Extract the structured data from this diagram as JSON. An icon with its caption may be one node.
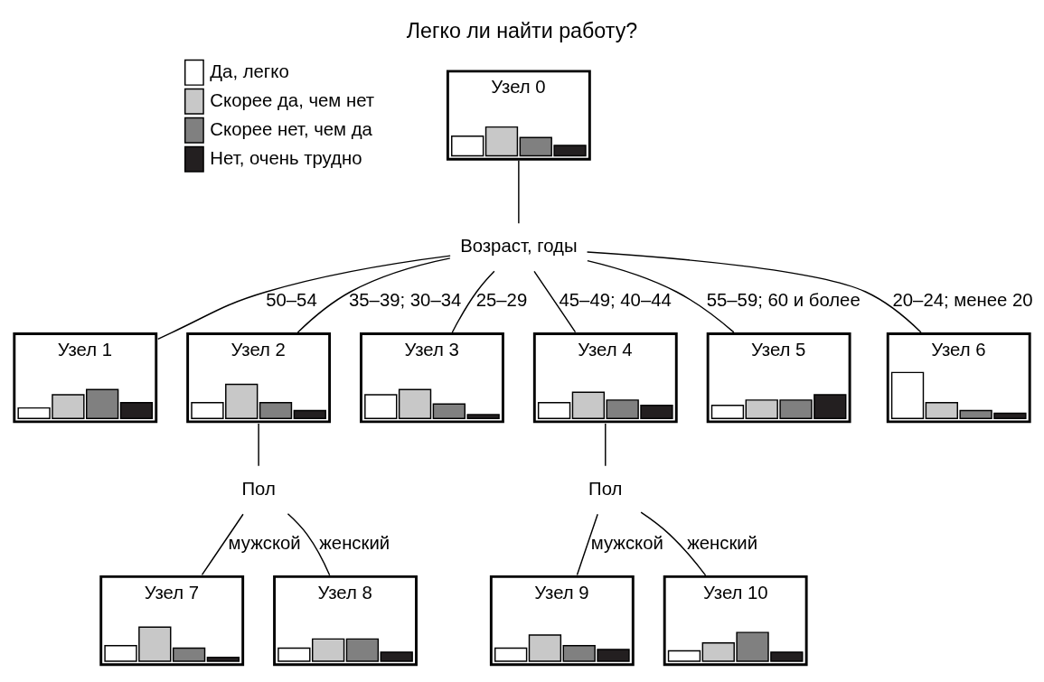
{
  "diagram": {
    "title": "Легко ли найти работу?",
    "nodes": [
      {
        "text": [
          "Узел 0"
        ]
      },
      {
        "text": [
          "Возраст, годы"
        ]
      },
      {
        "text": [
          "Узел 1"
        ]
      },
      {
        "text": [
          "Узел 2"
        ]
      },
      {
        "text": [
          "Узел 3"
        ]
      },
      {
        "text": [
          "Узел 4"
        ]
      },
      {
        "text": [
          "Узел 5"
        ]
      },
      {
        "text": [
          "Узел 6"
        ]
      },
      {
        "text": [
          "Пол"
        ]
      },
      {
        "text": [
          "Узел 7"
        ]
      },
      {
        "text": [
          "Узел 8"
        ]
      },
      {
        "text": [
          "Пол"
        ]
      },
      {
        "text": [
          "Узел 9"
        ]
      },
      {
        "text": [
          "Узел 10"
        ]
      }
    ],
    "edges": [
      {
        "from": 0,
        "to": 1,
        "arrow": "none"
      },
      {
        "from": 1,
        "to": 2,
        "arrow": "none",
        "label": "50–54"
      },
      {
        "from": 1,
        "to": 3,
        "arrow": "none",
        "label": "35–39; 30–34"
      },
      {
        "from": 1,
        "to": 4,
        "arrow": "none",
        "label": "25–29"
      },
      {
        "from": 1,
        "to": 5,
        "arrow": "none",
        "label": "45–49; 40–44"
      },
      {
        "from": 1,
        "to": 6,
        "arrow": "none",
        "label": "55–59; 60 и более"
      },
      {
        "from": 1,
        "to": 7,
        "arrow": "none",
        "label": "20–24; менее 20"
      },
      {
        "from": 3,
        "to": 8,
        "arrow": "none"
      },
      {
        "from": 8,
        "to": 9,
        "arrow": "none",
        "label": "мужской"
      },
      {
        "from": 8,
        "to": 10,
        "arrow": "none",
        "label": "женский"
      },
      {
        "from": 5,
        "to": 11,
        "arrow": "none"
      },
      {
        "from": 11,
        "to": 12,
        "arrow": "none",
        "label": "мужской"
      },
      {
        "from": 11,
        "to": 13,
        "arrow": "none",
        "label": "женский"
      }
    ],
    "legend": [
      {
        "text": "Да, легко",
        "color": "#ffffff"
      },
      {
        "text": "Скорее да, чем нет",
        "color": "#c8c8c8"
      },
      {
        "text": "Скорее нет, чем да",
        "color": "#808080"
      },
      {
        "text": "Нет, очень трудно",
        "color": "#231f20"
      }
    ]
  }
}
